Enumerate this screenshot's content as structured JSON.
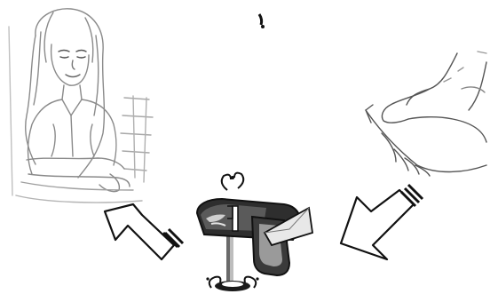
{
  "diagram": {
    "flow": [
      "writer-hand",
      "mailbox",
      "reader-girl"
    ],
    "icons": {
      "writer": "hand-writing-icon",
      "mailbox": "mailbox-icon",
      "reader": "girl-sketch-icon",
      "arrow_in": "arrow-down-left-icon",
      "arrow_out": "arrow-up-left-icon"
    },
    "colors": {
      "sketch_stroke": "#8a8a8a",
      "ink": "#111111",
      "mailbox_body": "#3a3a3a",
      "mailbox_shade": "#9a9a9a",
      "letter": "#e8e8e8",
      "background": "#ffffff"
    }
  }
}
